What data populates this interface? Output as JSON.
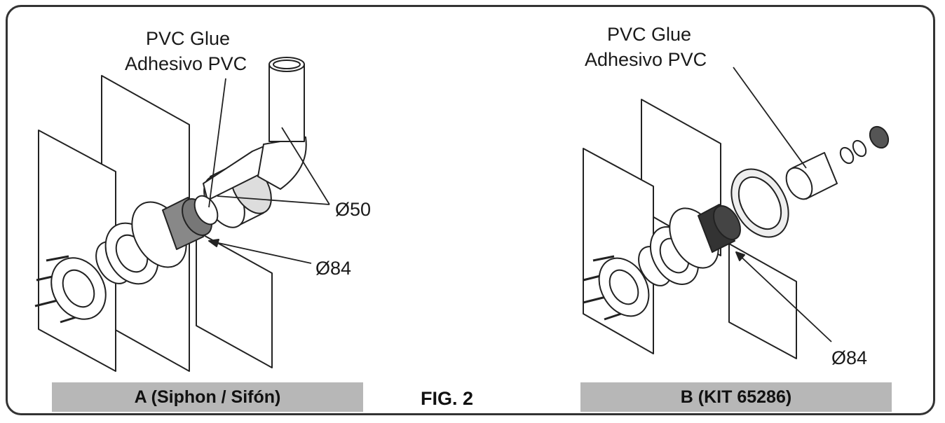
{
  "panel_a": {
    "glue_label": "PVC Glue",
    "adhesive_label": "Adhesivo PVC",
    "dim_50": "Ø50",
    "dim_84": "Ø84",
    "caption": "A (Siphon / Sifón)"
  },
  "panel_b": {
    "glue_label": "PVC Glue",
    "adhesive_label": "Adhesivo PVC",
    "dim_84": "Ø84",
    "caption": "B (KIT 65286)"
  },
  "figure_caption": "FIG. 2",
  "colors": {
    "frame": "#333333",
    "caption_bar": "#b7b7b7",
    "line": "#222222"
  }
}
